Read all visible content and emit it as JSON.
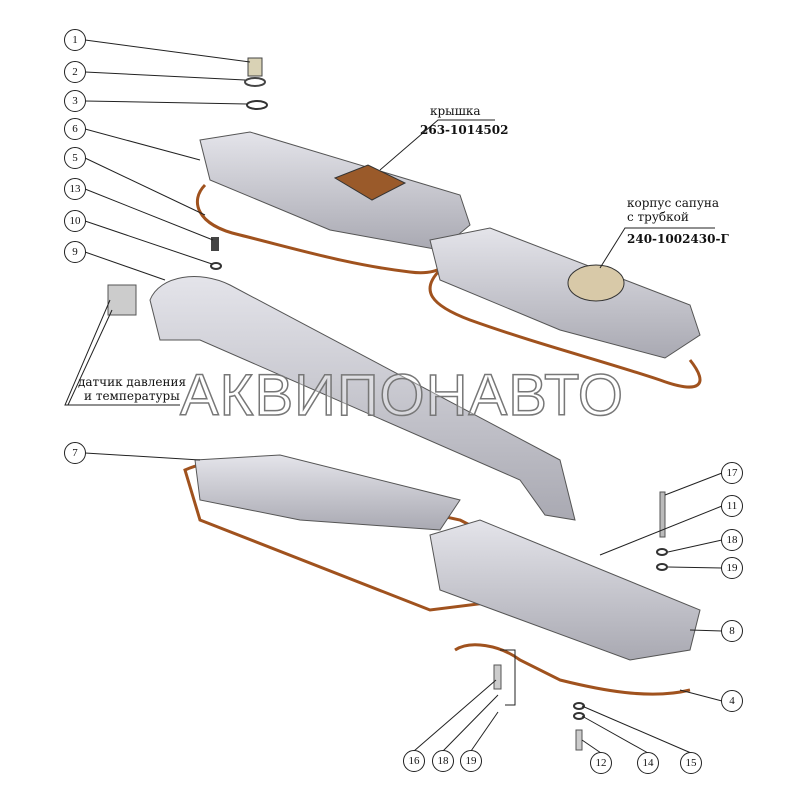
{
  "labels": {
    "cover": {
      "name": "крышка",
      "part": "263-1014502"
    },
    "breather": {
      "name_line1": "корпус сапуна",
      "name_line2": "с трубкой",
      "part": "240-1002430-Г"
    },
    "sensor": {
      "line1": "датчик давления",
      "line2": "и температуры"
    }
  },
  "watermark": "АКВИПОНАВТО",
  "callouts": [
    "1",
    "2",
    "3",
    "6",
    "5",
    "13",
    "10",
    "9",
    "7",
    "17",
    "11",
    "18",
    "19",
    "8",
    "4",
    "16",
    "18",
    "19",
    "12",
    "14",
    "15"
  ],
  "colors": {
    "metal": "#c9c9cf",
    "gasket": "#a0521e",
    "line": "#222222"
  }
}
